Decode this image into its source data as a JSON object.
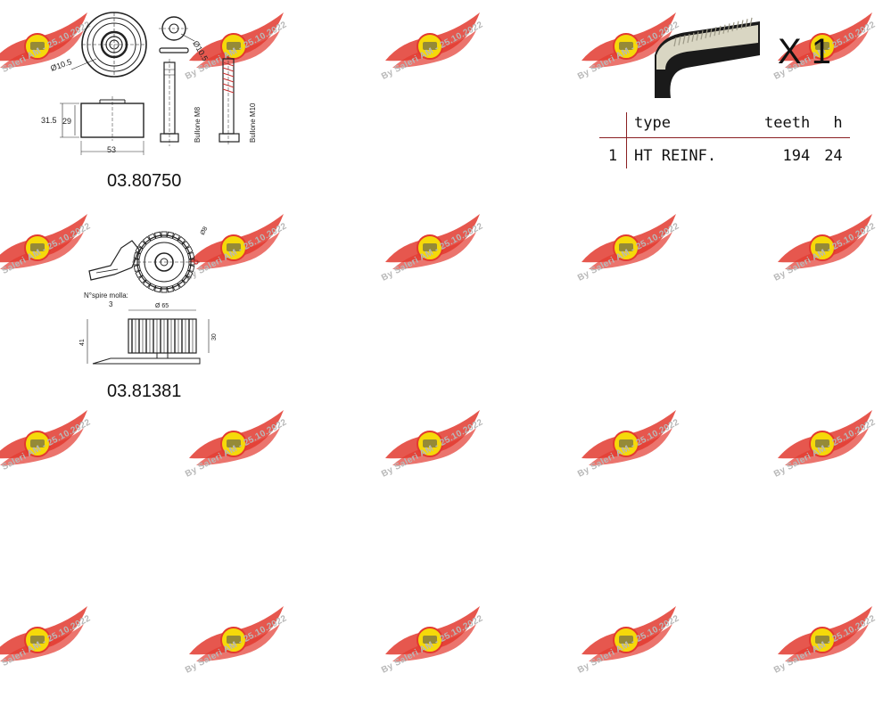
{
  "watermark": {
    "text": "By Saleri AM - 25.10.2022",
    "logo_color": "#e2392f",
    "badge_color": "#f5d90a"
  },
  "parts": [
    {
      "code": "03.80750",
      "labels": {
        "diam_roller": "Ø10.5",
        "diam_washer": "Ø10.5",
        "height_outer": "31.5",
        "height_inner": "29",
        "width": "53",
        "bolt_m8": "Bullone M8",
        "bolt_m10": "Bullone M10"
      }
    },
    {
      "code": "03.81381",
      "labels": {
        "spring_turns_label": "N°spire molla:",
        "spring_turns_value": "3",
        "diameter": "Ø 65",
        "height_outer": "41",
        "height_inner": "30",
        "hole": "Ø8"
      }
    }
  ],
  "belt": {
    "quantity": "X 1",
    "headers": {
      "index": "",
      "type": "type",
      "teeth": "teeth",
      "h": "h"
    },
    "rows": [
      {
        "index": "1",
        "type": "HT REINF.",
        "teeth": "194",
        "h": "24"
      }
    ],
    "colors": {
      "table_rule": "#8a1f22",
      "belt_back": "#1a1a1a",
      "belt_teeth": "#d9d6c3"
    }
  }
}
